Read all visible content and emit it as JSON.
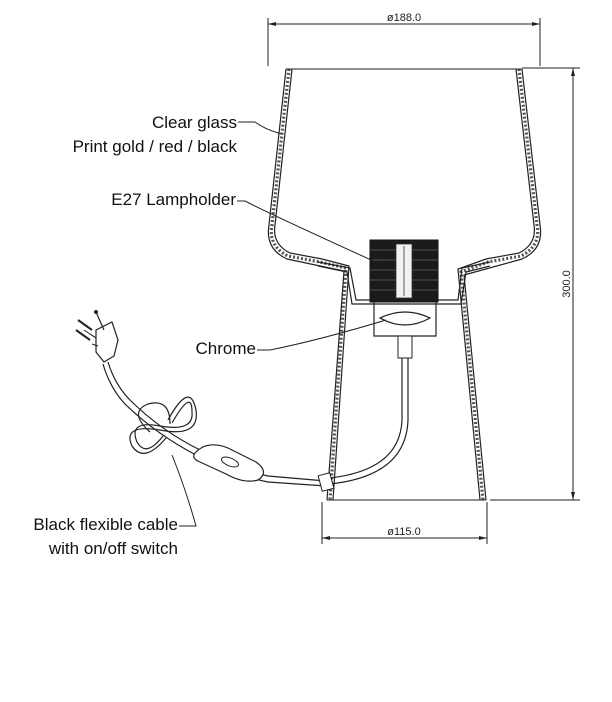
{
  "labels": {
    "clear_glass": "Clear glass",
    "print": "Print gold / red / black",
    "lampholder": "E27 Lampholder",
    "chrome": "Chrome",
    "cable_line1": "Black flexible cable",
    "cable_line2": "with on/off switch"
  },
  "dimensions": {
    "top_diameter": "ø188.0",
    "height": "300.0",
    "base_diameter": "ø115.0"
  },
  "colors": {
    "line": "#222222",
    "text": "#111111",
    "background": "#ffffff"
  }
}
